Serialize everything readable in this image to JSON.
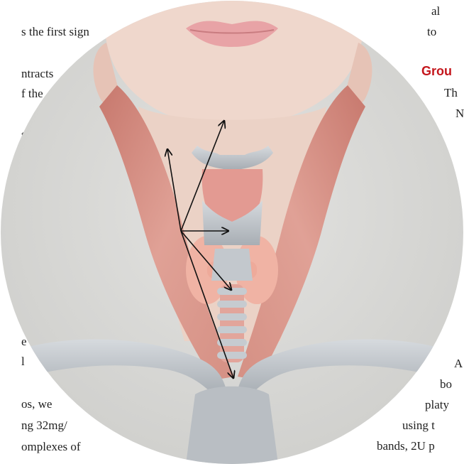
{
  "left_column": {
    "lines": [
      "s the first sign",
      "ntracts",
      "f the",
      "t",
      "e",
      "l",
      "os,  we",
      "ng 32mg/",
      "omplexes  of"
    ]
  },
  "right_column": {
    "heading": "Grou",
    "lines": [
      "al",
      "to",
      "Th",
      "N",
      "A",
      "bo",
      "platy",
      "using  t",
      "bands, 2U p"
    ]
  },
  "figure": {
    "subject": "neck-anatomy-illustration",
    "colors": {
      "backdrop": "#d9d9d7",
      "skin": "#efd9ce",
      "muscle": "#d8958a",
      "cartilage": "#c9ced3",
      "gland": "#f0b7a8",
      "arrow": "#111111"
    }
  }
}
